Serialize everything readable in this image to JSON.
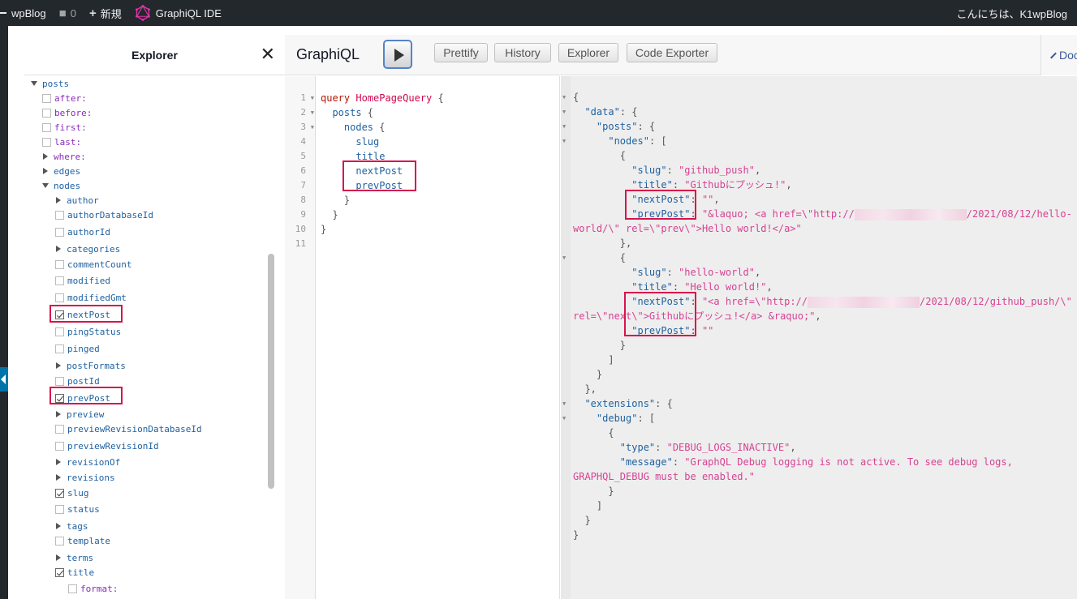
{
  "admin_bar": {
    "site_name": "wpBlog",
    "comments_count": "0",
    "new_label": "新規",
    "ide_label": "GraphiQL IDE",
    "greeting": "こんにちは、K1wpBlog"
  },
  "explorer": {
    "title": "Explorer",
    "close_glyph": "✕",
    "tree": [
      {
        "label": "posts",
        "kind": "field",
        "state": "expanded",
        "indent": 0
      },
      {
        "label": "after:",
        "kind": "arg",
        "state": "unchecked",
        "indent": 1
      },
      {
        "label": "before:",
        "kind": "arg",
        "state": "unchecked",
        "indent": 1
      },
      {
        "label": "first:",
        "kind": "arg",
        "state": "unchecked",
        "indent": 1
      },
      {
        "label": "last:",
        "kind": "arg",
        "state": "unchecked",
        "indent": 1
      },
      {
        "label": "where:",
        "kind": "arg",
        "state": "collapsed",
        "indent": 1
      },
      {
        "label": "edges",
        "kind": "field",
        "state": "collapsed",
        "indent": 1
      },
      {
        "label": "nodes",
        "kind": "field",
        "state": "expanded",
        "indent": 1
      },
      {
        "label": "author",
        "kind": "field",
        "state": "collapsed",
        "indent": 2
      },
      {
        "label": "authorDatabaseId",
        "kind": "field",
        "state": "unchecked",
        "indent": 2
      },
      {
        "label": "authorId",
        "kind": "field",
        "state": "unchecked",
        "indent": 2
      },
      {
        "label": "categories",
        "kind": "field",
        "state": "collapsed",
        "indent": 2
      },
      {
        "label": "commentCount",
        "kind": "field",
        "state": "unchecked",
        "indent": 2
      },
      {
        "label": "modified",
        "kind": "field",
        "state": "unchecked",
        "indent": 2
      },
      {
        "label": "modifiedGmt",
        "kind": "field",
        "state": "unchecked",
        "indent": 2
      },
      {
        "label": "nextPost",
        "kind": "field",
        "state": "checked",
        "indent": 2,
        "highlight": true
      },
      {
        "label": "pingStatus",
        "kind": "field",
        "state": "unchecked",
        "indent": 2
      },
      {
        "label": "pinged",
        "kind": "field",
        "state": "unchecked",
        "indent": 2
      },
      {
        "label": "postFormats",
        "kind": "field",
        "state": "collapsed",
        "indent": 2
      },
      {
        "label": "postId",
        "kind": "field",
        "state": "unchecked",
        "indent": 2
      },
      {
        "label": "prevPost",
        "kind": "field",
        "state": "checked",
        "indent": 2,
        "highlight": true
      },
      {
        "label": "preview",
        "kind": "field",
        "state": "collapsed",
        "indent": 2
      },
      {
        "label": "previewRevisionDatabaseId",
        "kind": "field",
        "state": "unchecked",
        "indent": 2
      },
      {
        "label": "previewRevisionId",
        "kind": "field",
        "state": "unchecked",
        "indent": 2
      },
      {
        "label": "revisionOf",
        "kind": "field",
        "state": "collapsed",
        "indent": 2
      },
      {
        "label": "revisions",
        "kind": "field",
        "state": "collapsed",
        "indent": 2
      },
      {
        "label": "slug",
        "kind": "field",
        "state": "checked",
        "indent": 2
      },
      {
        "label": "status",
        "kind": "field",
        "state": "unchecked",
        "indent": 2
      },
      {
        "label": "tags",
        "kind": "field",
        "state": "collapsed",
        "indent": 2
      },
      {
        "label": "template",
        "kind": "field",
        "state": "unchecked",
        "indent": 2
      },
      {
        "label": "terms",
        "kind": "field",
        "state": "collapsed",
        "indent": 2
      },
      {
        "label": "title",
        "kind": "field",
        "state": "checked",
        "indent": 2
      },
      {
        "label": "format:",
        "kind": "arg",
        "state": "unchecked",
        "indent": 3
      }
    ]
  },
  "toolbar": {
    "title": "GraphiQL",
    "prettify": "Prettify",
    "history": "History",
    "explorer": "Explorer",
    "code_exporter": "Code Exporter",
    "docs": "Docs"
  },
  "query_lines": [
    [
      {
        "t": "query ",
        "c": "kw"
      },
      {
        "t": "HomePageQuery",
        "c": "fn"
      },
      {
        "t": " {",
        "c": "punc"
      }
    ],
    [
      {
        "t": "  ",
        "c": "punc"
      },
      {
        "t": "posts",
        "c": "fld"
      },
      {
        "t": " {",
        "c": "punc"
      }
    ],
    [
      {
        "t": "    ",
        "c": "punc"
      },
      {
        "t": "nodes",
        "c": "fld"
      },
      {
        "t": " {",
        "c": "punc"
      }
    ],
    [
      {
        "t": "      ",
        "c": "punc"
      },
      {
        "t": "slug",
        "c": "fld"
      }
    ],
    [
      {
        "t": "      ",
        "c": "punc"
      },
      {
        "t": "title",
        "c": "fld"
      }
    ],
    [
      {
        "t": "      ",
        "c": "punc"
      },
      {
        "t": "nextPost",
        "c": "fld"
      }
    ],
    [
      {
        "t": "      ",
        "c": "punc"
      },
      {
        "t": "prevPost",
        "c": "fld"
      }
    ],
    [
      {
        "t": "    }",
        "c": "punc"
      }
    ],
    [
      {
        "t": "  }",
        "c": "punc"
      }
    ],
    [
      {
        "t": "}",
        "c": "punc"
      }
    ],
    []
  ],
  "query_folds": [
    true,
    true,
    true,
    false,
    false,
    false,
    false,
    false,
    false,
    false,
    false
  ],
  "result_lines": [
    {
      "fold": true,
      "segs": [
        {
          "t": "{",
          "c": "punc"
        }
      ]
    },
    {
      "fold": true,
      "segs": [
        {
          "t": "  ",
          "c": "punc"
        },
        {
          "t": "\"data\"",
          "c": "key"
        },
        {
          "t": ": {",
          "c": "punc"
        }
      ]
    },
    {
      "fold": true,
      "segs": [
        {
          "t": "    ",
          "c": "punc"
        },
        {
          "t": "\"posts\"",
          "c": "key"
        },
        {
          "t": ": {",
          "c": "punc"
        }
      ]
    },
    {
      "fold": true,
      "segs": [
        {
          "t": "      ",
          "c": "punc"
        },
        {
          "t": "\"nodes\"",
          "c": "key"
        },
        {
          "t": ": [",
          "c": "punc"
        }
      ]
    },
    {
      "fold": false,
      "segs": [
        {
          "t": "        {",
          "c": "punc"
        }
      ]
    },
    {
      "fold": false,
      "segs": [
        {
          "t": "          ",
          "c": "punc"
        },
        {
          "t": "\"slug\"",
          "c": "key"
        },
        {
          "t": ": ",
          "c": "punc"
        },
        {
          "t": "\"github_push\"",
          "c": "str"
        },
        {
          "t": ",",
          "c": "punc"
        }
      ]
    },
    {
      "fold": false,
      "segs": [
        {
          "t": "          ",
          "c": "punc"
        },
        {
          "t": "\"title\"",
          "c": "key"
        },
        {
          "t": ": ",
          "c": "punc"
        },
        {
          "t": "\"Githubにプッシュ!\"",
          "c": "str"
        },
        {
          "t": ",",
          "c": "punc"
        }
      ]
    },
    {
      "fold": false,
      "segs": [
        {
          "t": "          ",
          "c": "punc"
        },
        {
          "t": "\"nextPost\"",
          "c": "key"
        },
        {
          "t": ": ",
          "c": "punc"
        },
        {
          "t": "\"\"",
          "c": "str"
        },
        {
          "t": ",",
          "c": "punc"
        }
      ]
    },
    {
      "fold": false,
      "segs": [
        {
          "t": "          ",
          "c": "punc"
        },
        {
          "t": "\"prevPost\"",
          "c": "key"
        },
        {
          "t": ": ",
          "c": "punc"
        },
        {
          "t": "\"&laquo; <a href=\\\"http://",
          "c": "str"
        },
        {
          "t": "",
          "c": "blur"
        },
        {
          "t": "/2021/08/12/hello-",
          "c": "str"
        }
      ]
    },
    {
      "fold": false,
      "segs": [
        {
          "t": "world/\\\" rel=\\\"prev\\\">Hello world!</a>\"",
          "c": "str"
        }
      ]
    },
    {
      "fold": false,
      "segs": [
        {
          "t": "        },",
          "c": "punc"
        }
      ]
    },
    {
      "fold": true,
      "segs": [
        {
          "t": "        {",
          "c": "punc"
        }
      ]
    },
    {
      "fold": false,
      "segs": [
        {
          "t": "          ",
          "c": "punc"
        },
        {
          "t": "\"slug\"",
          "c": "key"
        },
        {
          "t": ": ",
          "c": "punc"
        },
        {
          "t": "\"hello-world\"",
          "c": "str"
        },
        {
          "t": ",",
          "c": "punc"
        }
      ]
    },
    {
      "fold": false,
      "segs": [
        {
          "t": "          ",
          "c": "punc"
        },
        {
          "t": "\"title\"",
          "c": "key"
        },
        {
          "t": ": ",
          "c": "punc"
        },
        {
          "t": "\"Hello world!\"",
          "c": "str"
        },
        {
          "t": ",",
          "c": "punc"
        }
      ]
    },
    {
      "fold": false,
      "segs": [
        {
          "t": "          ",
          "c": "punc"
        },
        {
          "t": "\"nextPost\"",
          "c": "key"
        },
        {
          "t": ": ",
          "c": "punc"
        },
        {
          "t": "\"<a href=\\\"http://",
          "c": "str"
        },
        {
          "t": "",
          "c": "blur"
        },
        {
          "t": "/2021/08/12/github_push/\\\"",
          "c": "str"
        }
      ]
    },
    {
      "fold": false,
      "segs": [
        {
          "t": "rel=\\\"next\\\">Githubにプッシュ!</a> &raquo;\"",
          "c": "str"
        },
        {
          "t": ",",
          "c": "punc"
        }
      ]
    },
    {
      "fold": false,
      "segs": [
        {
          "t": "          ",
          "c": "punc"
        },
        {
          "t": "\"prevPost\"",
          "c": "key"
        },
        {
          "t": ": ",
          "c": "punc"
        },
        {
          "t": "\"\"",
          "c": "str"
        }
      ]
    },
    {
      "fold": false,
      "segs": [
        {
          "t": "        }",
          "c": "punc"
        }
      ]
    },
    {
      "fold": false,
      "segs": [
        {
          "t": "      ]",
          "c": "punc"
        }
      ]
    },
    {
      "fold": false,
      "segs": [
        {
          "t": "    }",
          "c": "punc"
        }
      ]
    },
    {
      "fold": false,
      "segs": [
        {
          "t": "  },",
          "c": "punc"
        }
      ]
    },
    {
      "fold": true,
      "segs": [
        {
          "t": "  ",
          "c": "punc"
        },
        {
          "t": "\"extensions\"",
          "c": "key"
        },
        {
          "t": ": {",
          "c": "punc"
        }
      ]
    },
    {
      "fold": true,
      "segs": [
        {
          "t": "    ",
          "c": "punc"
        },
        {
          "t": "\"debug\"",
          "c": "key"
        },
        {
          "t": ": [",
          "c": "punc"
        }
      ]
    },
    {
      "fold": false,
      "segs": [
        {
          "t": "      {",
          "c": "punc"
        }
      ]
    },
    {
      "fold": false,
      "segs": [
        {
          "t": "        ",
          "c": "punc"
        },
        {
          "t": "\"type\"",
          "c": "key"
        },
        {
          "t": ": ",
          "c": "punc"
        },
        {
          "t": "\"DEBUG_LOGS_INACTIVE\"",
          "c": "str"
        },
        {
          "t": ",",
          "c": "punc"
        }
      ]
    },
    {
      "fold": false,
      "segs": [
        {
          "t": "        ",
          "c": "punc"
        },
        {
          "t": "\"message\"",
          "c": "key"
        },
        {
          "t": ": ",
          "c": "punc"
        },
        {
          "t": "\"GraphQL Debug logging is not active. To see debug logs,",
          "c": "str"
        }
      ]
    },
    {
      "fold": false,
      "segs": [
        {
          "t": "GRAPHQL_DEBUG must be enabled.\"",
          "c": "str"
        }
      ]
    },
    {
      "fold": false,
      "segs": [
        {
          "t": "      }",
          "c": "punc"
        }
      ]
    },
    {
      "fold": false,
      "segs": [
        {
          "t": "    ]",
          "c": "punc"
        }
      ]
    },
    {
      "fold": false,
      "segs": [
        {
          "t": "  }",
          "c": "punc"
        }
      ]
    },
    {
      "fold": false,
      "segs": [
        {
          "t": "}",
          "c": "punc"
        }
      ]
    }
  ],
  "colors": {
    "highlight": "#d8134c",
    "admin_bar": "#23282d",
    "keyword": "#b11a04",
    "field": "#1f61a0",
    "string": "#d64292"
  }
}
